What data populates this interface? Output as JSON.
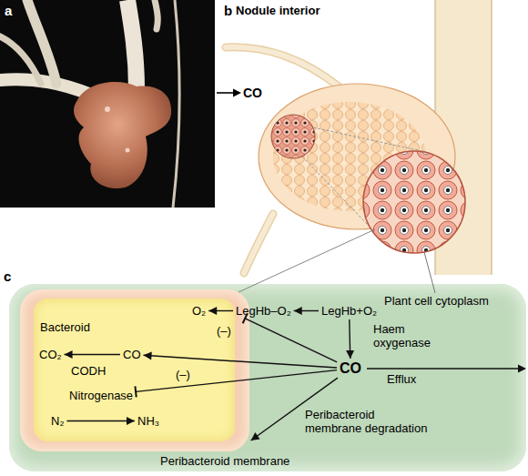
{
  "diagram": {
    "nodes": [
      {
        "text": [
          "Plant cell cytoplasm"
        ]
      },
      {
        "text": [
          "Peribacteroid membrane"
        ],
        "in": 0
      },
      {
        "text": [
          "Bacteroid"
        ],
        "in": 1
      },
      {
        "text": [
          "CO₂"
        ],
        "in": 2
      },
      {
        "text": [
          "CO"
        ],
        "in": 2
      },
      {
        "text": [
          "N₂"
        ],
        "in": 2
      },
      {
        "text": [
          "NH₃"
        ],
        "in": 2
      },
      {
        "text": [
          "O₂"
        ],
        "in": 2
      },
      {
        "text": [
          "Nitrogenase"
        ],
        "in": 2
      },
      {
        "text": [
          "LegHb–O₂"
        ],
        "in": 0
      },
      {
        "text": [
          "LegHb+O₂"
        ],
        "in": 0
      },
      {
        "text": [
          "CO"
        ],
        "in": 0
      }
    ],
    "edges": [
      {
        "from": 4,
        "to": 3,
        "arrow": "to",
        "label": "CODH"
      },
      {
        "from": 5,
        "to": 6,
        "arrow": "to"
      },
      {
        "from": 9,
        "to": 7,
        "arrow": "to"
      },
      {
        "from": 10,
        "to": 9,
        "arrow": "to"
      },
      {
        "from": 10,
        "to": 11,
        "arrow": "to",
        "label": "Haem oxygenase"
      },
      {
        "from": 11,
        "to": 4,
        "arrow": "to"
      },
      {
        "from": 11,
        "to": 8,
        "arrow": "to",
        "label": "(–)"
      },
      {
        "from": 11,
        "to": 9,
        "arrow": "to",
        "label": "(–)"
      },
      {
        "from": 11,
        "to": 1,
        "arrow": "to",
        "label": "Peribacteroid membrane degradation"
      }
    ],
    "labels": [
      "a",
      "b",
      "Nodule interior",
      "c",
      "CO",
      "Efflux"
    ]
  }
}
